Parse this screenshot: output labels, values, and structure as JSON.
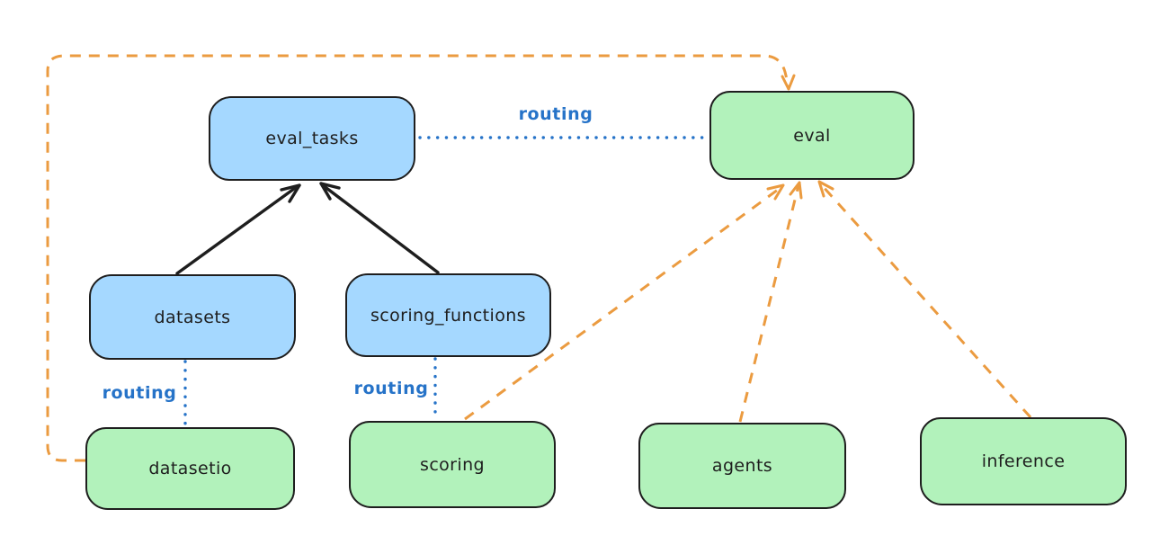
{
  "diagram": {
    "title": "eval api routing diagram",
    "colors": {
      "background": "#ffffff",
      "resource_fill_blue": "#a5d8ff",
      "api_fill_green": "#b2f2bb",
      "node_stroke": "#1e1e1e",
      "registration_edge_black": "#1e1e1e",
      "routing_edge_blue": "#2673c8",
      "provider_edge_orange": "#eb9b40"
    },
    "nodes": [
      {
        "id": "eval_tasks",
        "label": "eval_tasks",
        "fill": "blue"
      },
      {
        "id": "eval",
        "label": "eval",
        "fill": "green"
      },
      {
        "id": "datasets",
        "label": "datasets",
        "fill": "blue"
      },
      {
        "id": "scoring_functions",
        "label": "scoring_functions",
        "fill": "blue"
      },
      {
        "id": "datasetio",
        "label": "datasetio",
        "fill": "green"
      },
      {
        "id": "scoring",
        "label": "scoring",
        "fill": "green"
      },
      {
        "id": "agents",
        "label": "agents",
        "fill": "green"
      },
      {
        "id": "inference",
        "label": "inference",
        "fill": "green"
      }
    ],
    "edges": [
      {
        "from": "datasets",
        "to": "eval_tasks",
        "style": "solid-black-arrow"
      },
      {
        "from": "scoring_functions",
        "to": "eval_tasks",
        "style": "solid-black-arrow"
      },
      {
        "from": "eval_tasks",
        "to": "eval",
        "style": "dotted-blue",
        "label": "routing"
      },
      {
        "from": "datasets",
        "to": "datasetio",
        "style": "dotted-blue",
        "label": "routing"
      },
      {
        "from": "scoring_functions",
        "to": "scoring",
        "style": "dotted-blue",
        "label": "routing"
      },
      {
        "from": "datasetio",
        "to": "eval",
        "style": "dashed-orange-arrow"
      },
      {
        "from": "scoring",
        "to": "eval",
        "style": "dashed-orange-arrow"
      },
      {
        "from": "agents",
        "to": "eval",
        "style": "dashed-orange-arrow"
      },
      {
        "from": "inference",
        "to": "eval",
        "style": "dashed-orange-arrow"
      }
    ],
    "edge_labels": [
      {
        "id": "routing-eval_tasks-eval",
        "text": "routing"
      },
      {
        "id": "routing-datasets-datasetio",
        "text": "routing"
      },
      {
        "id": "routing-scoring_functions-scoring",
        "text": "routing"
      }
    ]
  }
}
